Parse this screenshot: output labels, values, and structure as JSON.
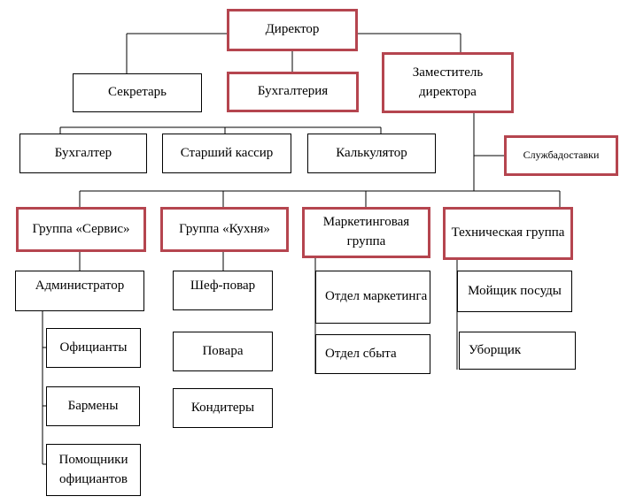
{
  "chart": {
    "director": "Директор",
    "secretary": "Секретарь",
    "accounting": "Бухгалтерия",
    "deputy": "Заместитель директора",
    "accountant": "Бухгалтер",
    "senior_cashier": "Старший кассир",
    "calculator": "Калькулятор",
    "delivery": "Службадоставки",
    "group_service": "Группа «Сервис»",
    "group_kitchen": "Группа «Кухня»",
    "group_marketing": "Маркетинговая группа",
    "group_technical": "Техническая группа",
    "administrator": "Администратор",
    "waiters": "Официанты",
    "bartenders": "Бармены",
    "waiter_assistants": "Помощники официантов",
    "chef": "Шеф-повар",
    "cooks": "Повара",
    "confectioners": "Кондитеры",
    "marketing_dept": "Отдел маркетинга",
    "sales_dept": "Отдел сбыта",
    "dishwasher": "Мойщик посуды",
    "cleaner": "Уборщик"
  }
}
